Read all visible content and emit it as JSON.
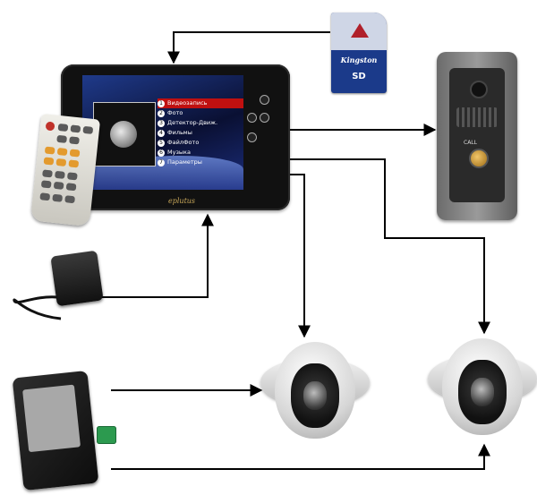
{
  "monitor": {
    "brand": "eplutus",
    "menu": [
      {
        "num": "1",
        "label": "Видеозапись",
        "selected": true
      },
      {
        "num": "2",
        "label": "Фото",
        "selected": false
      },
      {
        "num": "3",
        "label": "Детектор-Движ.",
        "selected": false
      },
      {
        "num": "4",
        "label": "Фильмы",
        "selected": false
      },
      {
        "num": "5",
        "label": "ФайлФото",
        "selected": false
      },
      {
        "num": "6",
        "label": "Музыка",
        "selected": false
      },
      {
        "num": "7",
        "label": "Параметры",
        "selected": false
      }
    ]
  },
  "sd_card": {
    "label": "Kingston",
    "logo": "SD"
  },
  "door_panel": {
    "button_label": "CALL"
  },
  "colors": {
    "line": "#000000",
    "screen": "#0b1340",
    "menu_highlight": "#c01010"
  }
}
